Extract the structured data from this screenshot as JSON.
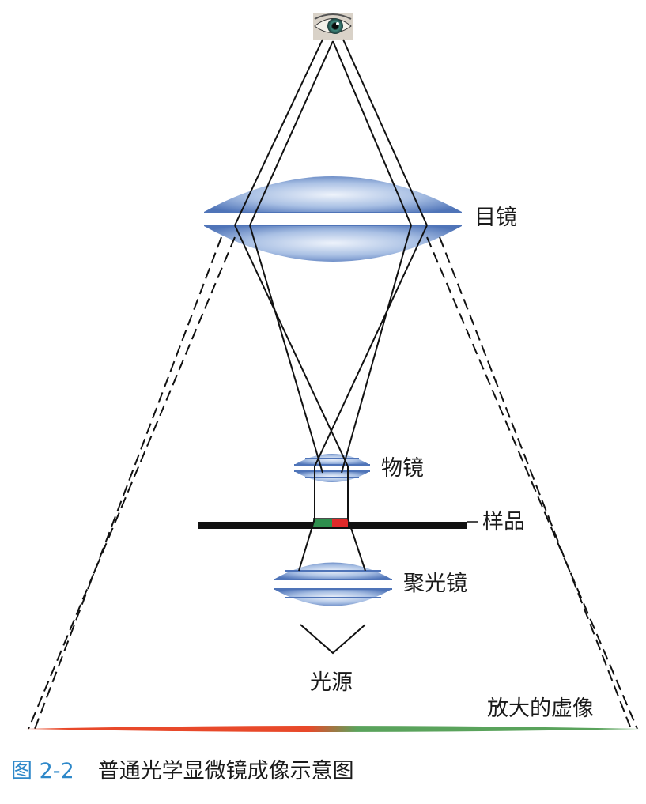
{
  "labels": {
    "eyepiece": "目镜",
    "objective": "物镜",
    "specimen": "样品",
    "condenser": "聚光镜",
    "light_source": "光源",
    "virtual_image": "放大的虚像"
  },
  "caption": {
    "number": "图 2-2",
    "text": "普通光学显微镜成像示意图"
  },
  "colors": {
    "lens_light": "#eef3fb",
    "lens_mid": "#a9c0e4",
    "lens_dark": "#4f74b8",
    "ray": "#111111",
    "specimen_green": "#2f8f4e",
    "specimen_red": "#e02a2a",
    "image_red": "#e8492a",
    "image_green": "#5aa35c",
    "caption_blue": "#2e88c9"
  },
  "icons": {
    "eye": "eye-icon"
  }
}
